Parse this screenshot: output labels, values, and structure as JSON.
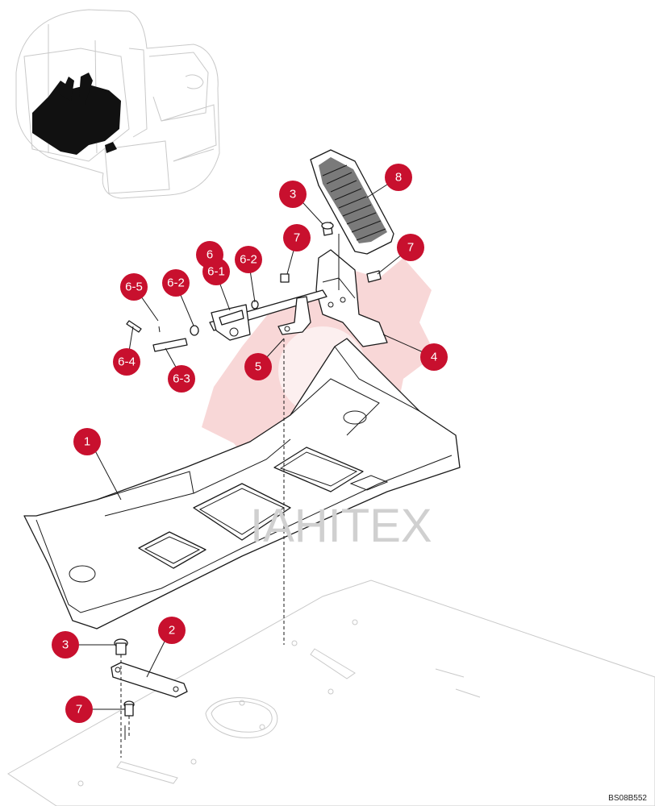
{
  "diagram": {
    "drawing_code": "BS08B552",
    "watermark_text": "IAHITEX",
    "accent_color": "#c8102e",
    "callouts": [
      {
        "id": "c-1",
        "label": "1"
      },
      {
        "id": "c-2",
        "label": "2"
      },
      {
        "id": "c-3a",
        "label": "3"
      },
      {
        "id": "c-3b",
        "label": "3"
      },
      {
        "id": "c-4",
        "label": "4"
      },
      {
        "id": "c-5",
        "label": "5"
      },
      {
        "id": "c-6",
        "label": "6"
      },
      {
        "id": "c-6-1",
        "label": "6-1"
      },
      {
        "id": "c-6-2a",
        "label": "6-2"
      },
      {
        "id": "c-6-2b",
        "label": "6-2"
      },
      {
        "id": "c-6-3",
        "label": "6-3"
      },
      {
        "id": "c-6-4",
        "label": "6-4"
      },
      {
        "id": "c-6-5",
        "label": "6-5"
      },
      {
        "id": "c-7a",
        "label": "7"
      },
      {
        "id": "c-7b",
        "label": "7"
      },
      {
        "id": "c-7c",
        "label": "7"
      },
      {
        "id": "c-8",
        "label": "8"
      }
    ]
  }
}
